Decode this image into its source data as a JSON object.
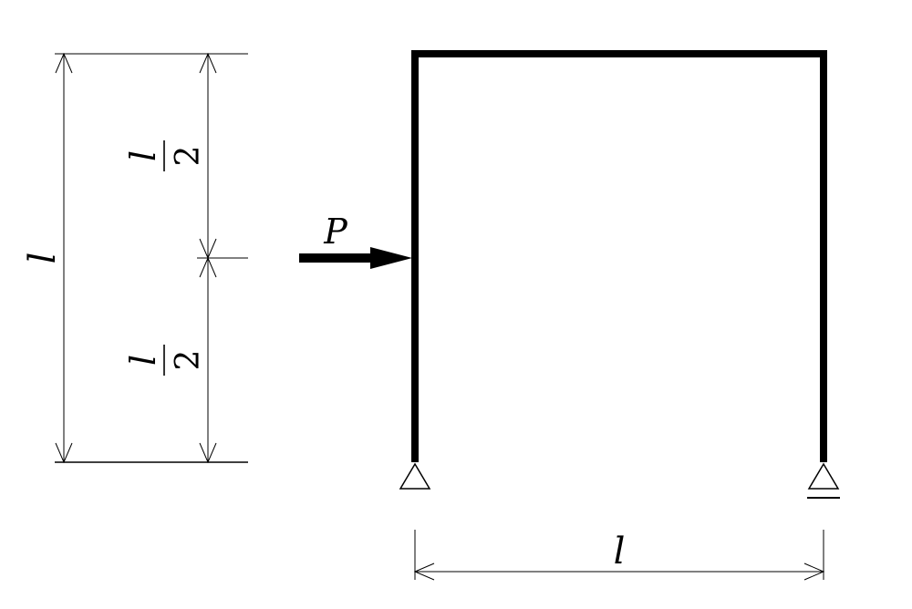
{
  "labels": {
    "height_total": "l",
    "height_half_upper_num": "l",
    "height_half_upper_den": "2",
    "height_half_lower_num": "l",
    "height_half_lower_den": "2",
    "load": "P",
    "span": "l"
  },
  "colors": {
    "ink": "#000000",
    "background": "#ffffff"
  },
  "icons": {
    "left_support": "pin-support-icon",
    "right_support": "roller-support-icon",
    "load_arrow": "arrow-right-icon"
  }
}
